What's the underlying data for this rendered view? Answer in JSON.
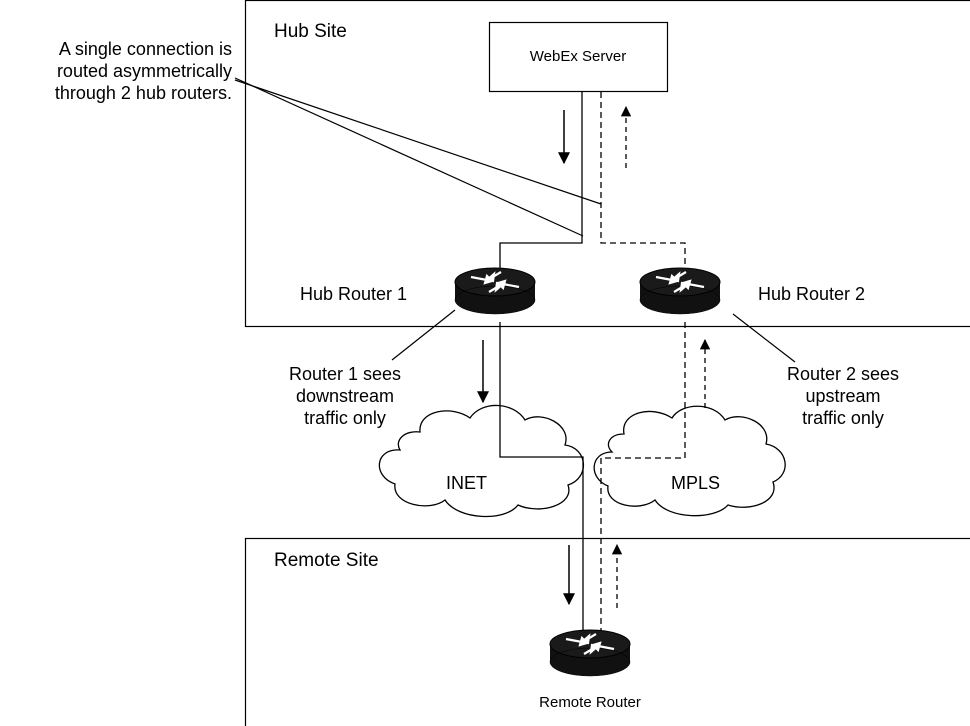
{
  "hub_site": {
    "title": "Hub Site"
  },
  "remote_site": {
    "title": "Remote Site"
  },
  "webex_server": {
    "label": "WebEx Server"
  },
  "hub_router_1": {
    "label": "Hub Router 1"
  },
  "hub_router_2": {
    "label": "Hub Router 2"
  },
  "remote_router": {
    "label": "Remote Router"
  },
  "clouds": {
    "inet": "INET",
    "mpls": "MPLS"
  },
  "annotations": {
    "asymmetric": {
      "line1": "A single connection is",
      "line2": "routed asymmetrically",
      "line3": "through 2 hub routers."
    },
    "router1": {
      "line1": "Router 1 sees",
      "line2": "downstream",
      "line3": "traffic only"
    },
    "router2": {
      "line1": "Router 2 sees",
      "line2": "upstream",
      "line3": "traffic only"
    }
  },
  "icons": [
    "router-icon",
    "cloud-icon",
    "server-box"
  ],
  "colors": {
    "line": "#000000",
    "router_body": "#111111",
    "background": "#ffffff"
  }
}
